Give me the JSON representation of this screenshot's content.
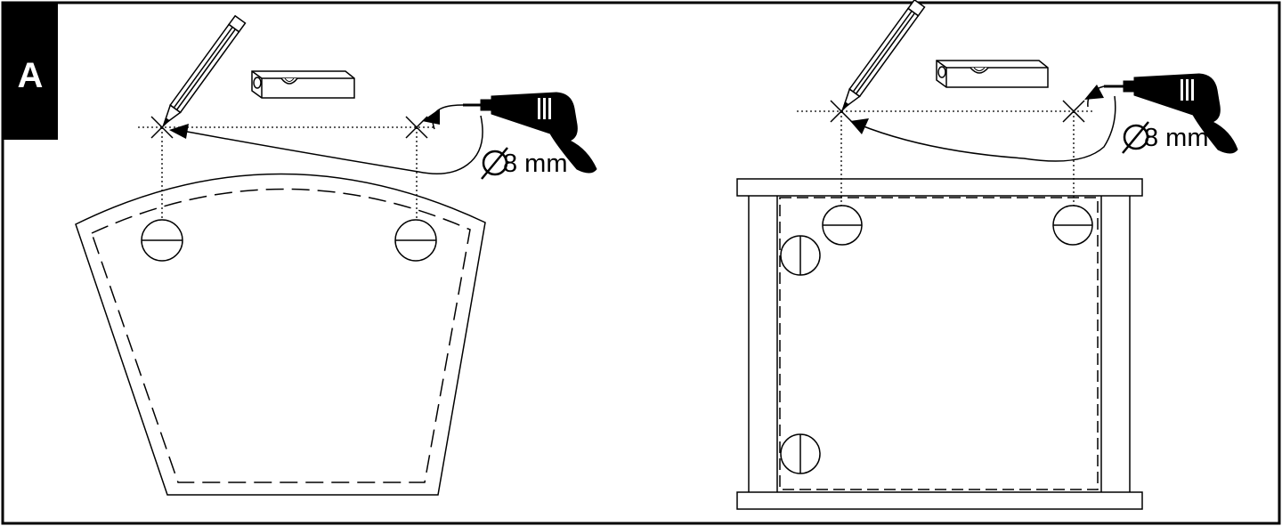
{
  "panel": {
    "letter": "A"
  },
  "left_figure": {
    "drill_diameter": "8 mm"
  },
  "right_figure": {
    "drill_diameter": "8 mm"
  },
  "colors": {
    "line": "#000000",
    "background": "#ffffff",
    "badge": "#000000"
  }
}
